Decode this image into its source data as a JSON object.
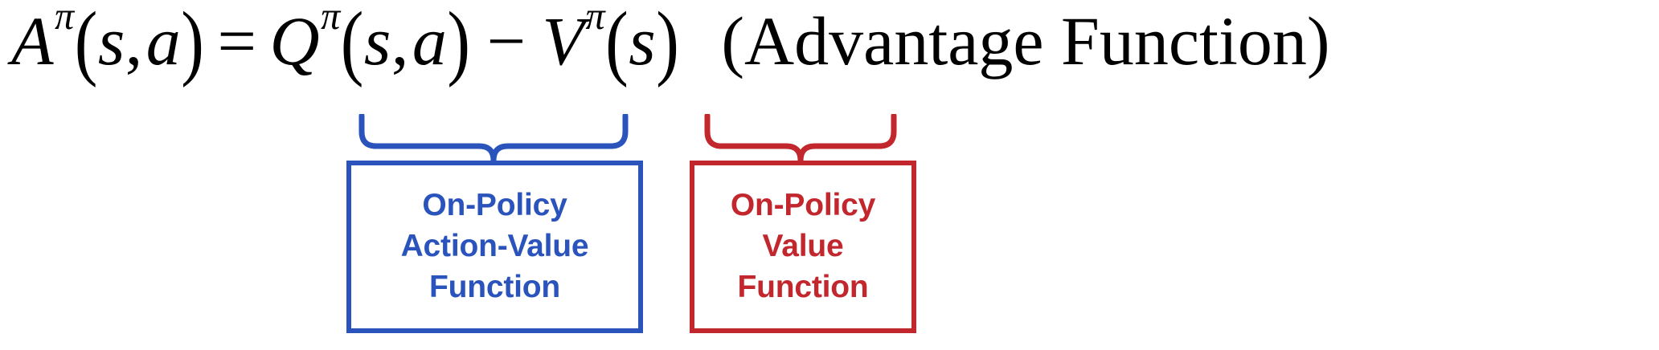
{
  "figure": {
    "kind": "annotated-equation",
    "background_color": "#FFFFFF",
    "accent_blue": "#2A54BC",
    "accent_red": "#C1272D",
    "text_color": "#000000"
  },
  "equation": {
    "full_latex": "A^\\pi(s,a) = Q^\\pi(s,a) - V^\\pi(s)",
    "plain_text": "A^π(s, a) = Q^π(s, a) − V^π(s)   (Advantage Function)",
    "lhs": {
      "symbol": "A",
      "superscript": "π",
      "open_paren": "(",
      "arg1": "s",
      "comma": ",",
      "arg2": "a",
      "close_paren": ")"
    },
    "equals": "=",
    "term_q": {
      "symbol": "Q",
      "superscript": "π",
      "open_paren": "(",
      "arg1": "s",
      "comma": ",",
      "arg2": "a",
      "close_paren": ")"
    },
    "minus": "−",
    "term_v": {
      "symbol": "V",
      "superscript": "π",
      "open_paren": "(",
      "arg1": "s",
      "close_paren": ")"
    },
    "tag": "(Advantage Function)"
  },
  "annotations": [
    {
      "id": "q-annotation",
      "color": "#2A54BC",
      "brace": "underbrace",
      "targets": "Q^π(s,a)",
      "lines": [
        "On-Policy",
        "Action-Value",
        "Function"
      ]
    },
    {
      "id": "v-annotation",
      "color": "#C1272D",
      "brace": "underbrace",
      "targets": "V^π(s)",
      "lines": [
        "On-Policy",
        "Value",
        "Function"
      ]
    }
  ]
}
